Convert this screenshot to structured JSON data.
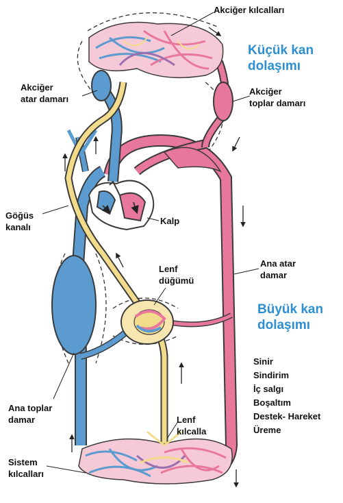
{
  "labels": {
    "lung_capillaries": "Akciğer kılcalları",
    "pulmonary_artery": [
      "Akciğer",
      "atar damarı"
    ],
    "pulmonary_vein": [
      "Akciğer",
      "toplar damarı"
    ],
    "thoracic_duct": [
      "Göğüs",
      "kanalı"
    ],
    "heart": "Kalp",
    "lymph_node": [
      "Lenf",
      "düğümü"
    ],
    "aorta": [
      "Ana atar",
      "damar"
    ],
    "vena_cava": [
      "Ana toplar",
      "damar"
    ],
    "lymph_capillary": [
      "Lenf",
      "kılcalla"
    ],
    "systemic_capillaries": [
      "Sistem",
      "kılcalları"
    ]
  },
  "headings": {
    "pulmonary_circulation": [
      "Küçük kan",
      "dolaşımı"
    ],
    "systemic_circulation": [
      "Büyük kan",
      "dolaşımı"
    ]
  },
  "systems": [
    "Sinir",
    "Sindirim",
    "İç salgı",
    "Boşaltım",
    "Destek- Hareket",
    "Üreme"
  ],
  "colors": {
    "artery": "#e8779c",
    "vein": "#5b9bd0",
    "lymph": "#f2dc8c",
    "outline": "#3a3a3a",
    "heading": "#2c8fd1"
  }
}
